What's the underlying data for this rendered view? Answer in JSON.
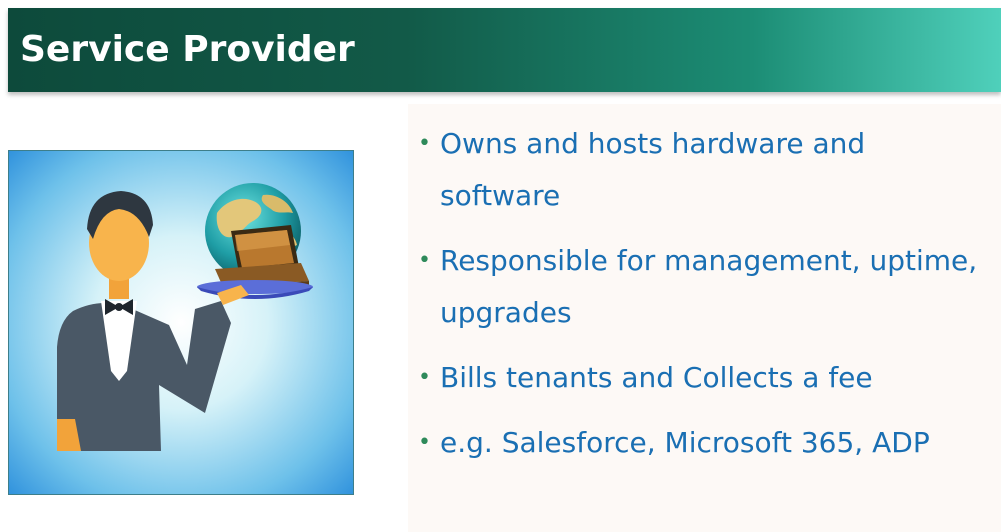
{
  "slide": {
    "title": "Service Provider",
    "bullet_glyph": "•",
    "bullets": [
      {
        "text": "Owns and hosts hardware and software"
      },
      {
        "text": "Responsible for management, uptime, upgrades"
      },
      {
        "text": "Bills tenants and Collects a fee"
      },
      {
        "text": "e.g. Salesforce, Microsoft 365, ADP"
      }
    ],
    "illustration": {
      "icon": "waiter-serving-globe-and-laptop-icon"
    }
  },
  "colors": {
    "title_gradient_start": "#0d4a3b",
    "title_gradient_end": "#4fd0bb",
    "title_text": "#ffffff",
    "bullet_text": "#1a6fb3",
    "bullet_dot": "#2e8a5a",
    "panel_background": "#fdf9f6"
  }
}
